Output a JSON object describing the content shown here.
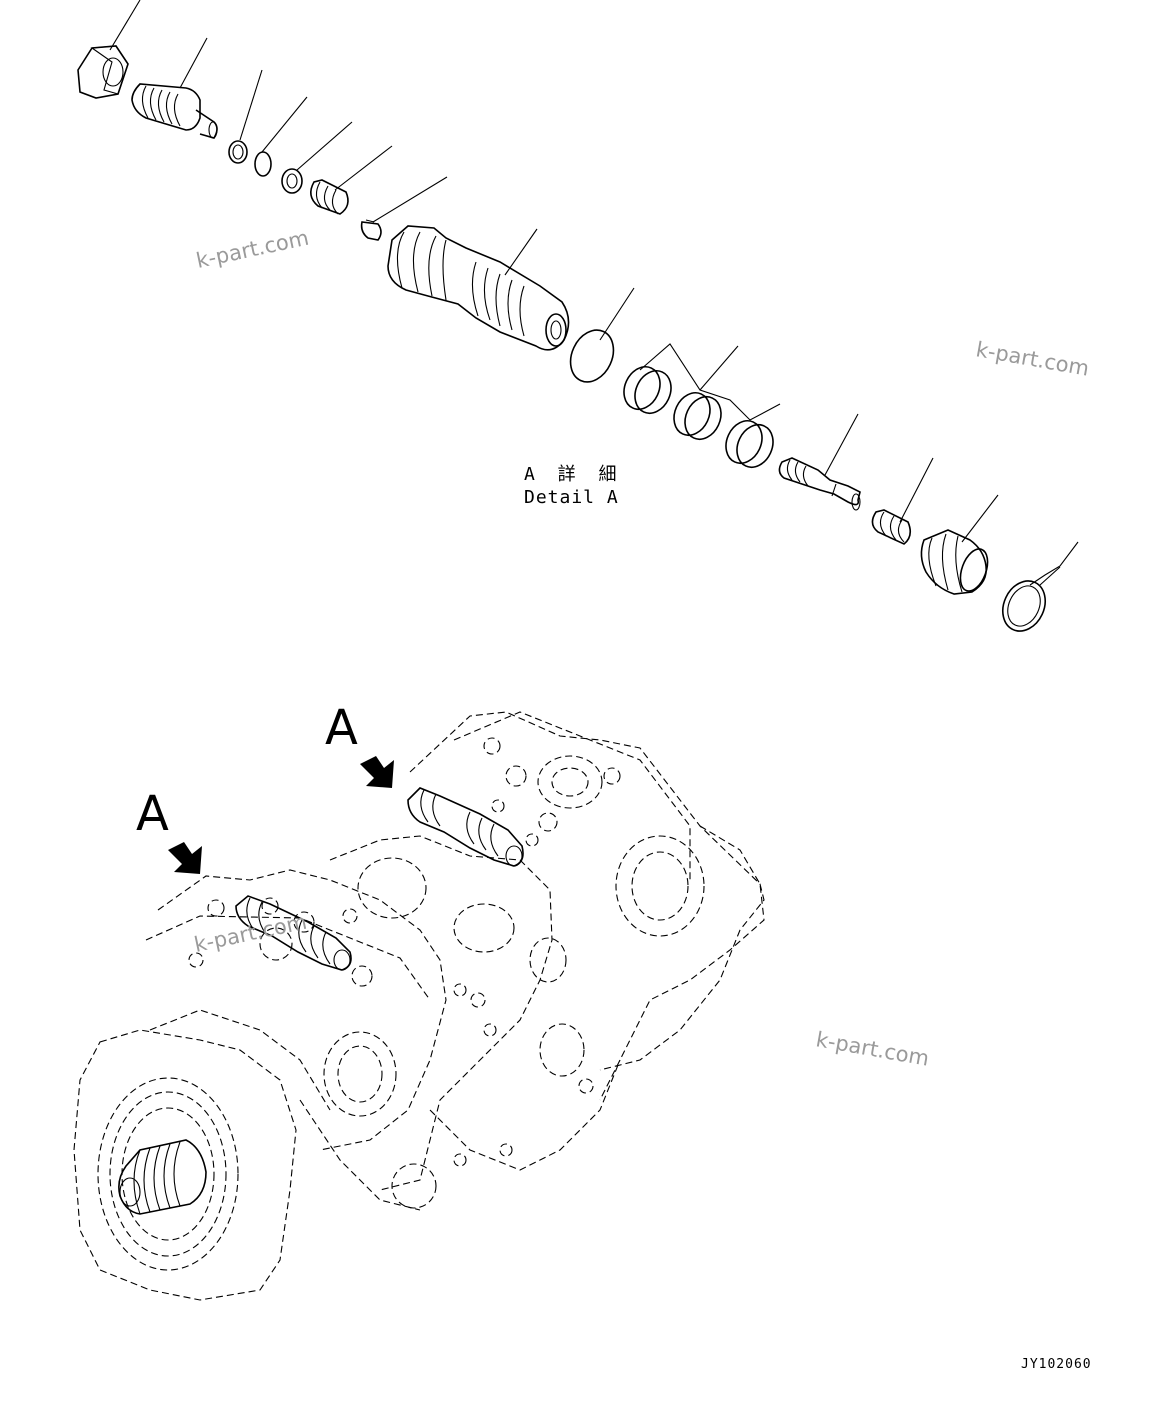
{
  "detail": {
    "label_jp": "A 詳 細",
    "label_en": "Detail A"
  },
  "view_labels": {
    "upper": "A",
    "lower": "A"
  },
  "drawing_code": "JY102060",
  "watermarks": [
    "k-part.com",
    "k-part.com",
    "k-part.com",
    "k-part.com"
  ]
}
